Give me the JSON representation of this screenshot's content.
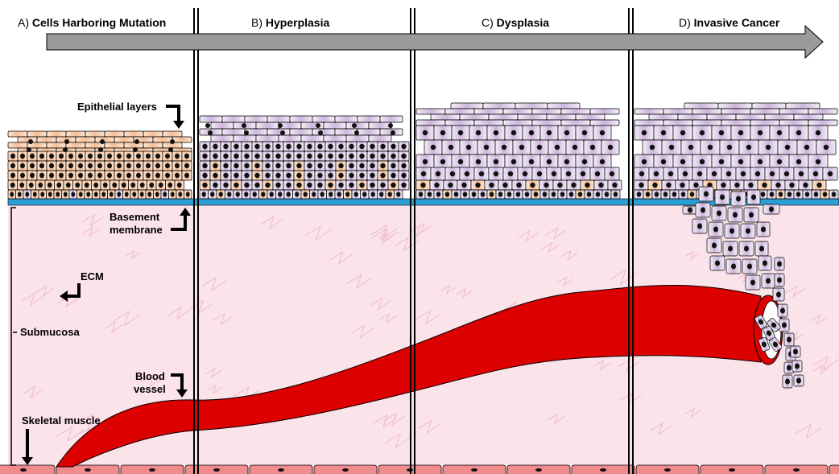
{
  "stages": [
    {
      "prefix": "A) ",
      "name": "Cells Harboring Mutation"
    },
    {
      "prefix": "B) ",
      "name": "Hyperplasia"
    },
    {
      "prefix": "C) ",
      "name": "Dysplasia"
    },
    {
      "prefix": "D) ",
      "name": "Invasive Cancer"
    }
  ],
  "labels": {
    "epithelial_layers": "Epithelial layers",
    "basement_line1": "Basement",
    "basement_line2": "membrane",
    "ecm": "ECM",
    "submucosa": "Submucosa",
    "blood_line1": "Blood",
    "blood_line2": "vessel",
    "skeletal_muscle": "Skeletal muscle"
  },
  "colors": {
    "arrow": "#9a9a9a",
    "submucosa": "#fbe3ea",
    "basement": "#2a9fd6",
    "normal_cell": "#f6c9a8",
    "abnormal_cell": "#c9b3d6",
    "blood_vessel": "#dd0000",
    "muscle": "#f08c8c"
  }
}
